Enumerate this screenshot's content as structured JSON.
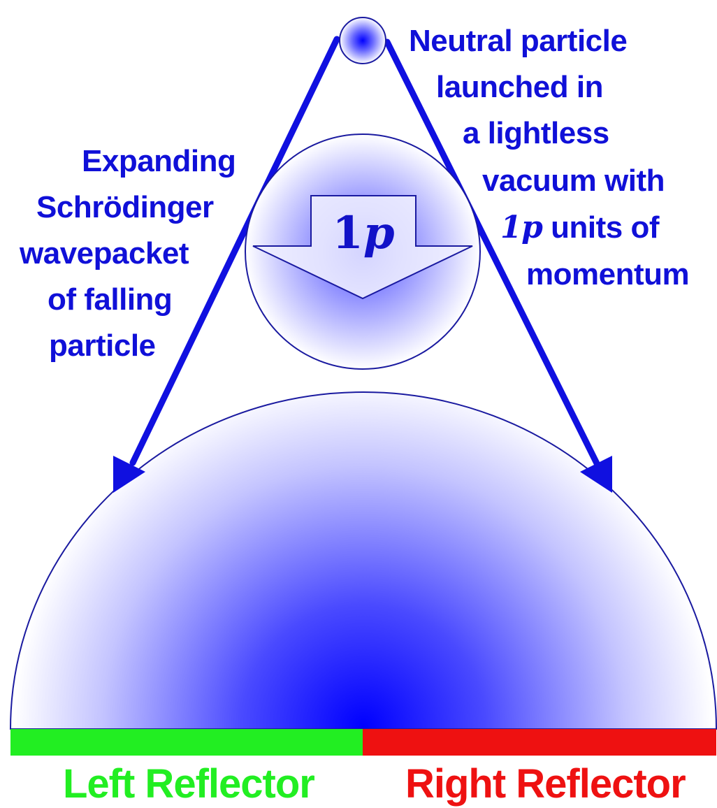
{
  "diagram": {
    "left_text": {
      "lines": [
        "Expanding",
        "Schrödinger",
        "wavepacket",
        "of falling",
        "particle"
      ]
    },
    "right_text": {
      "line1": "Neutral particle",
      "line2": "launched in",
      "line3": "a lightless",
      "line4": "vacuum with",
      "line5_number": "1",
      "line5_var": "p",
      "line5_rest": " units of",
      "line6": "momentum"
    },
    "momentum_arrow": {
      "number": "1",
      "var": "p"
    },
    "reflectors": {
      "left": {
        "label": "Left Reflector",
        "color": "#22ee22"
      },
      "right": {
        "label": "Right Reflector",
        "color": "#ee1111"
      }
    },
    "colors": {
      "arrow": "#1010e0",
      "text": "#1010d8",
      "wave": "#0000ff",
      "outline": "#1a1aa0"
    }
  }
}
